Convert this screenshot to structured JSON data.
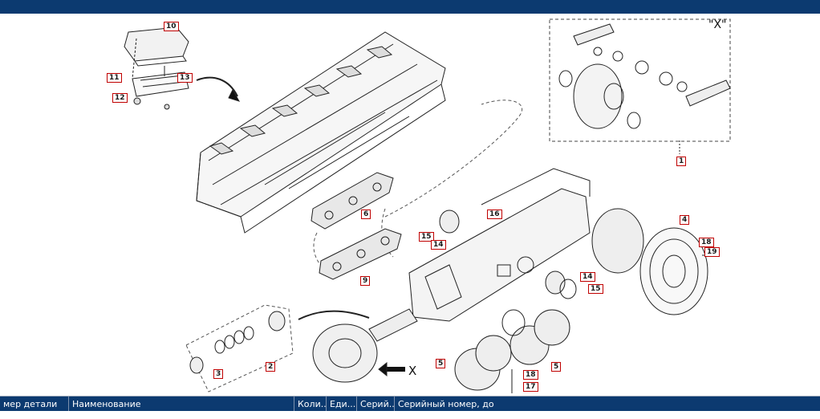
{
  "diagram": {
    "callouts": [
      "10",
      "11",
      "13",
      "12",
      "6",
      "9",
      "16",
      "15",
      "14",
      "4",
      "18",
      "19",
      "14",
      "15",
      "3",
      "2",
      "5",
      "18",
      "5",
      "17",
      "1"
    ],
    "view_label": "\"X\"",
    "arrow_label": "X"
  },
  "table": {
    "columns": [
      "мер детали",
      "Наименование",
      "Коли...",
      "Еди...",
      "Серий...",
      "Серийный номер, до"
    ]
  },
  "colors": {
    "header_bg": "#0c3a70",
    "callout_border": "#c00000"
  }
}
